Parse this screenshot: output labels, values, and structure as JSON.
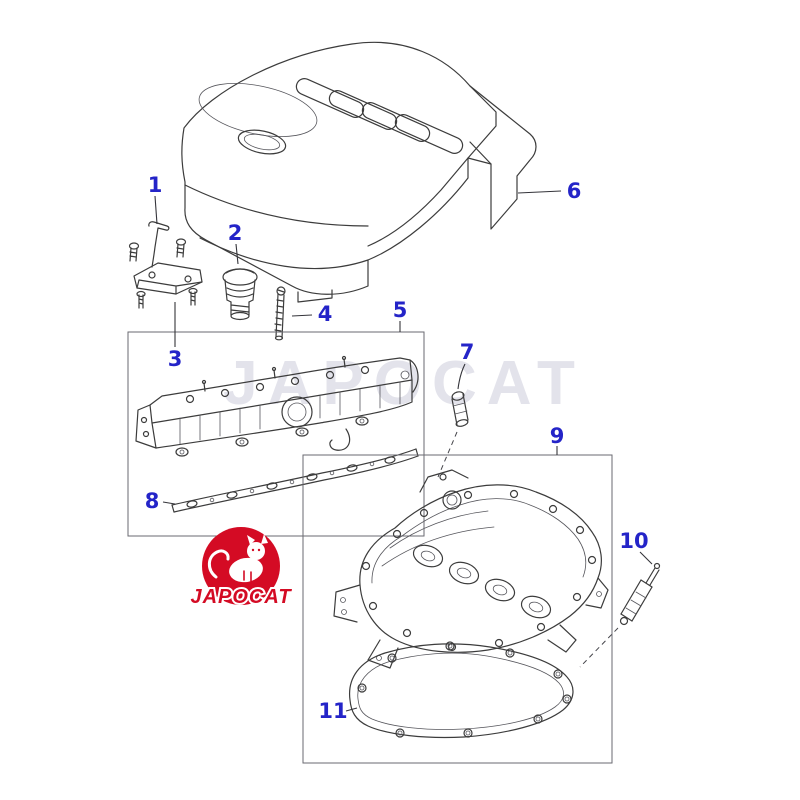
{
  "diagram": {
    "callouts": [
      {
        "label": "1"
      },
      {
        "label": "2"
      },
      {
        "label": "3"
      },
      {
        "label": "4"
      },
      {
        "label": "5"
      },
      {
        "label": "6"
      },
      {
        "label": "7"
      },
      {
        "label": "8"
      },
      {
        "label": "9"
      },
      {
        "label": "10"
      },
      {
        "label": "11"
      }
    ],
    "watermark": "JAPOCAT",
    "logo_text": "JAPOCAT",
    "colors": {
      "callout_blue": "#2424c8",
      "logo_red": "#d40b24",
      "line_gray": "#3c3c3c",
      "watermark_gray": "#e3e3eb",
      "background": "#ffffff"
    }
  }
}
